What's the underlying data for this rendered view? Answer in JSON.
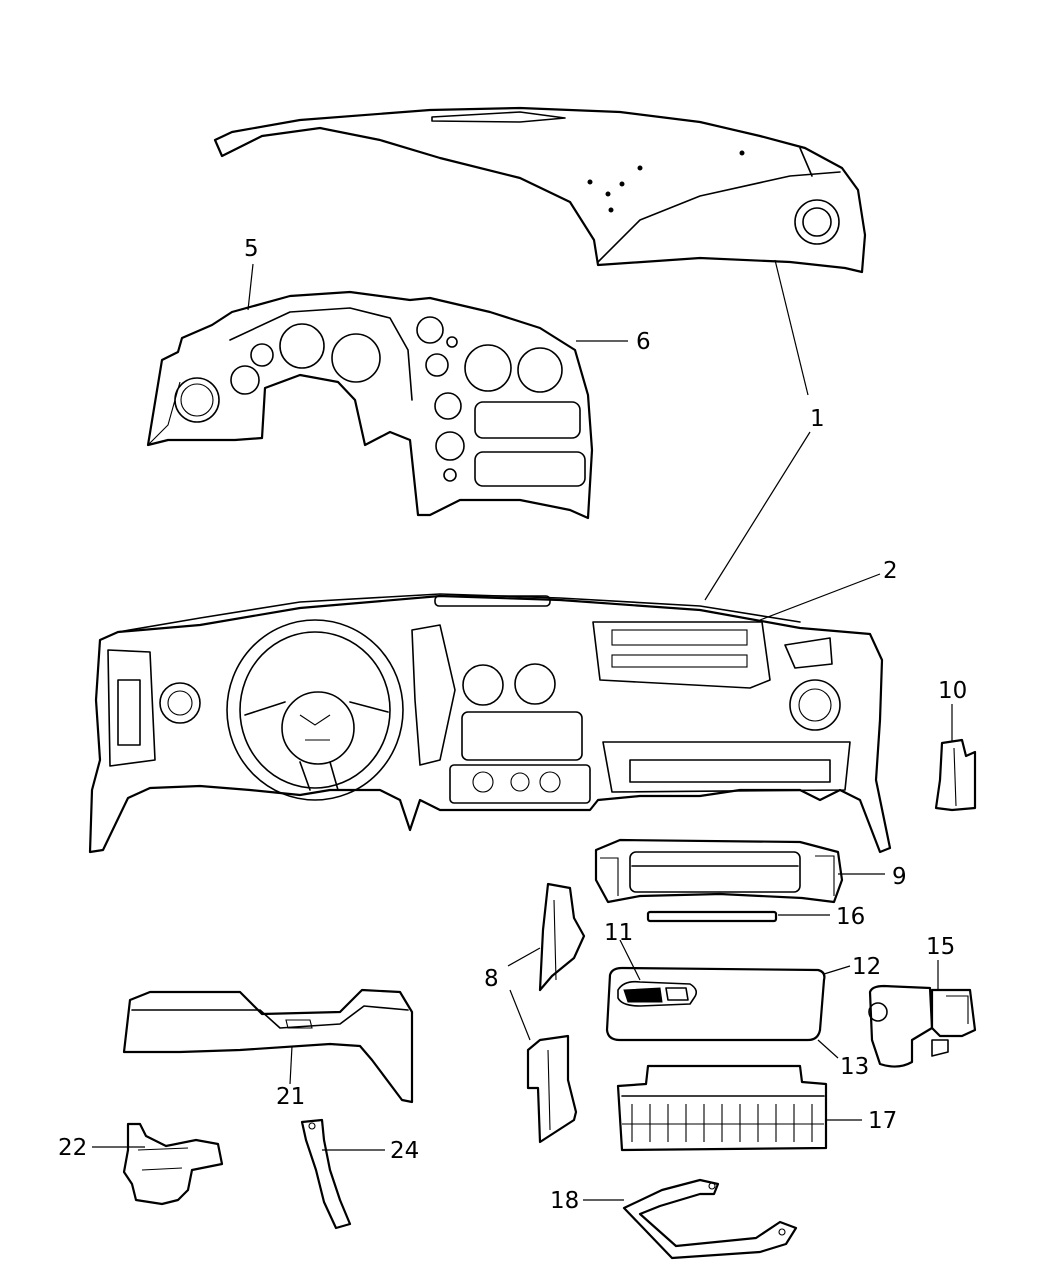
{
  "diagram": {
    "title": "Instrument Panel Components",
    "colors": {
      "line": "#000000",
      "background": "#ffffff"
    },
    "callouts": {
      "c1": "1",
      "c2": "2",
      "c5": "5",
      "c6": "6",
      "c8": "8",
      "c9": "9",
      "c10": "10",
      "c11": "11",
      "c12": "12",
      "c13": "13",
      "c15": "15",
      "c16": "16",
      "c17": "17",
      "c18": "18",
      "c21": "21",
      "c22": "22",
      "c24": "24"
    }
  }
}
